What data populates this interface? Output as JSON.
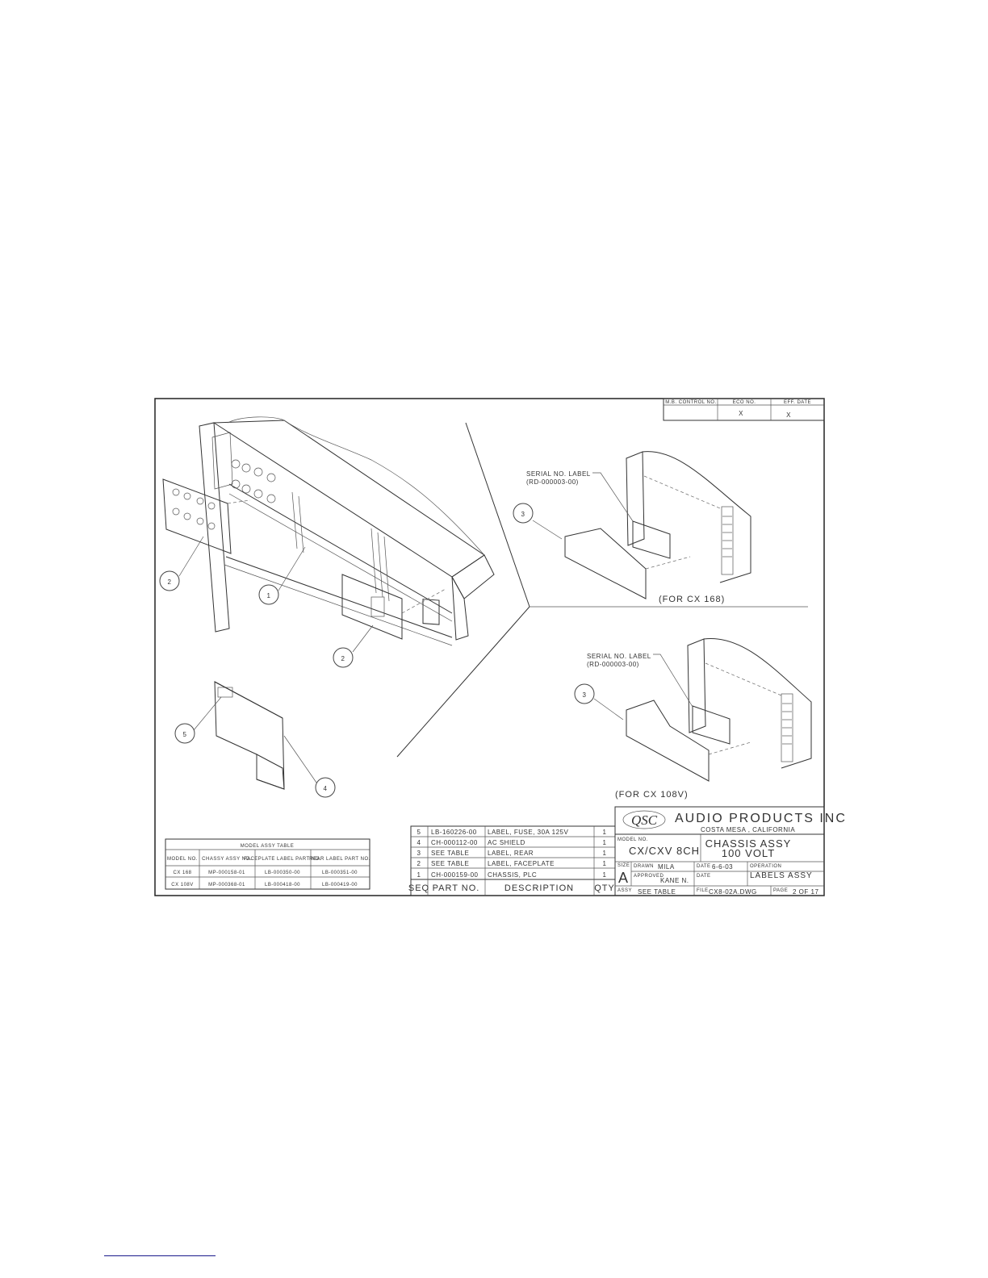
{
  "revision_block": {
    "headers": [
      "M.B. CONTROL NO.",
      "ECO NO.",
      "EFF. DATE"
    ],
    "values": [
      "",
      "X",
      "X"
    ]
  },
  "callouts": {
    "serial_label_title": "SERIAL NO. LABEL",
    "serial_label_part": "(RD-000003-00)",
    "for_cx168": "(FOR CX 168)",
    "for_cx108v": "(FOR CX 108V)"
  },
  "balloons": [
    "1",
    "2",
    "2",
    "3",
    "3",
    "4",
    "5"
  ],
  "model_assy_table": {
    "title": "MODEL ASSY TABLE",
    "headers": [
      "MODEL NO.",
      "CHASSY ASSY NO.",
      "FACEPLATE LABEL PART NO.",
      "REAR LABEL PART NO."
    ],
    "rows": [
      [
        "CX 168",
        "MP-000158-01",
        "LB-000350-00",
        "LB-000351-00"
      ],
      [
        "CX 108V",
        "MP-000368-01",
        "LB-000418-00",
        "LB-000419-00"
      ]
    ]
  },
  "parts_list": {
    "headers": [
      "SEQ",
      "PART NO.",
      "DESCRIPTION",
      "QTY"
    ],
    "rows": [
      [
        "5",
        "LB-160226-00",
        "LABEL, FUSE, 30A 125V",
        "1"
      ],
      [
        "4",
        "CH-000112-00",
        "AC SHIELD",
        "1"
      ],
      [
        "3",
        "SEE TABLE",
        "LABEL, REAR",
        "1"
      ],
      [
        "2",
        "SEE TABLE",
        "LABEL, FACEPLATE",
        "1"
      ],
      [
        "1",
        "CH-000159-00",
        "CHASSIS, PLC",
        "1"
      ]
    ]
  },
  "title_block": {
    "logo": "QSC",
    "company": "AUDIO   PRODUCTS   INC",
    "location": "COSTA  MESA , CALIFORNIA",
    "model_label": "MODEL NO.",
    "model": "CX/CXV 8CH",
    "title_line1": "CHASSIS ASSY",
    "title_line2": "100 VOLT",
    "size_label": "SIZE",
    "size": "A",
    "drawn_label": "DRAWN",
    "drawn": "MILA",
    "approved_label": "APPROVED",
    "approved": "KANE N.",
    "date_label": "DATE",
    "date": "6-6-03",
    "date2_label": "DATE",
    "operation_label": "OPERATION",
    "operation": "LABELS ASSY",
    "assy_label": "ASSY",
    "assy": "SEE TABLE",
    "file_label": "FILE",
    "file": "CX8-02A.DWG",
    "page_label": "PAGE",
    "page": "2 OF 17"
  }
}
